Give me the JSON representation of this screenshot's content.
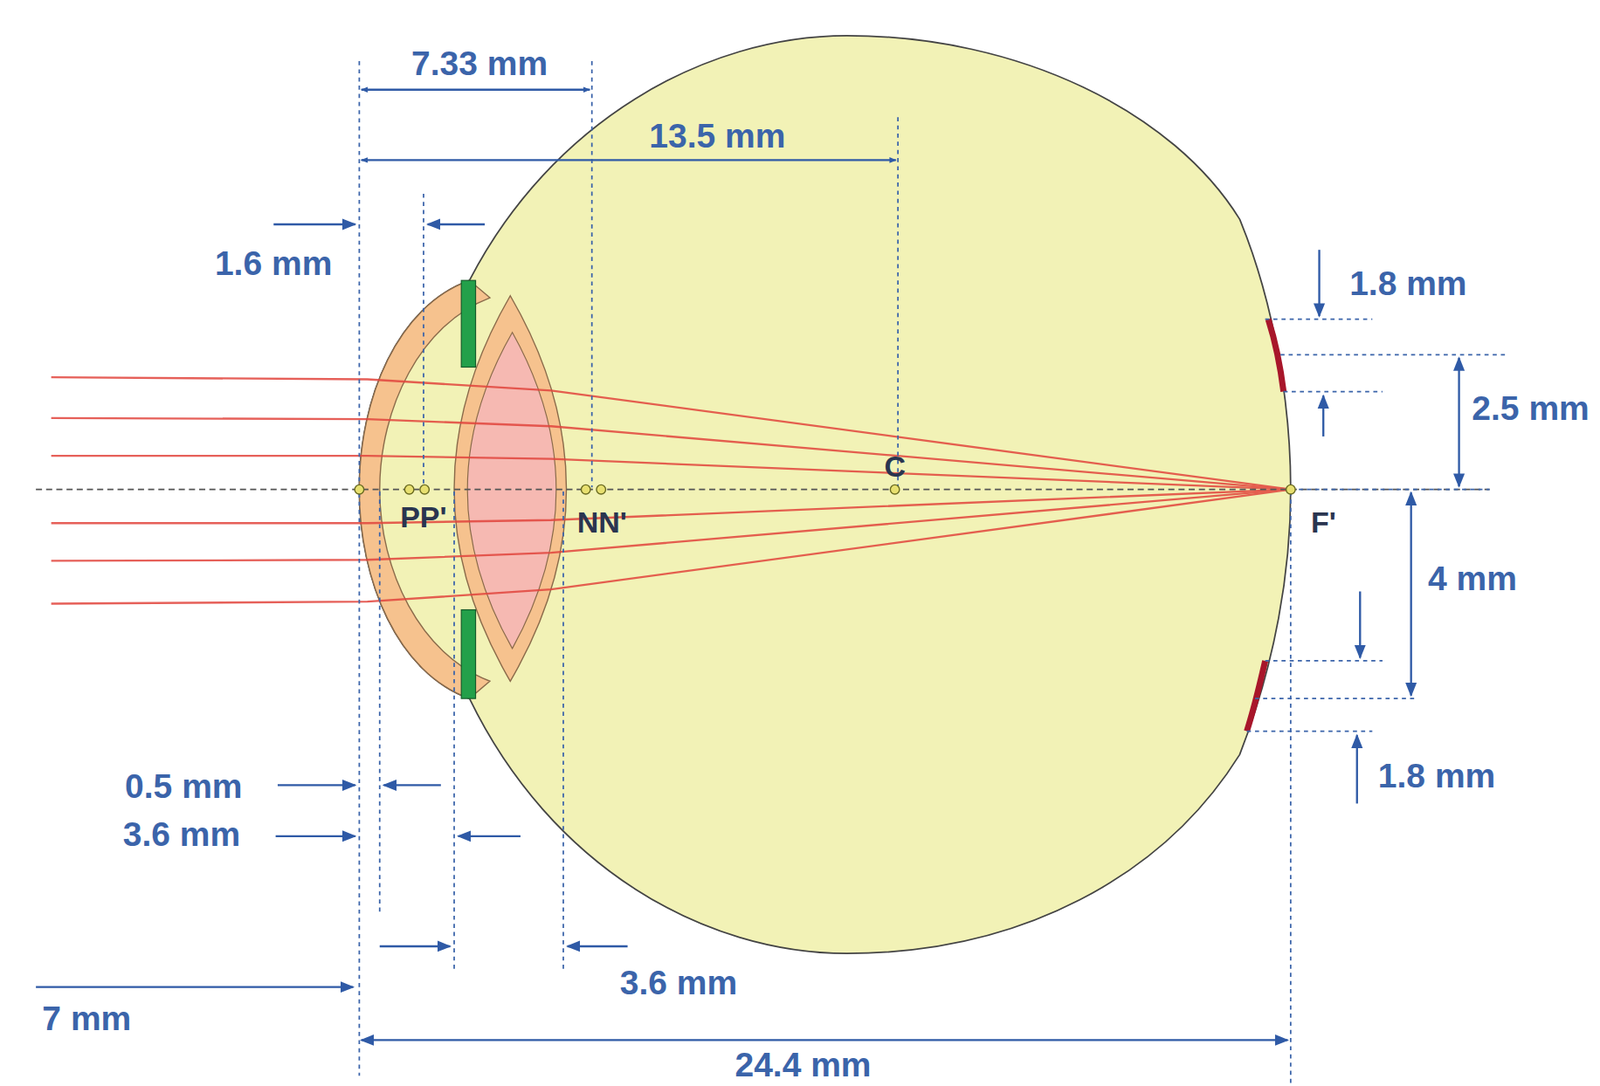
{
  "diagram": {
    "labels": [
      "7.33 mm",
      "13.5 mm",
      "1.6 mm",
      "1.8 mm",
      "2.5 mm",
      "C",
      "PP'",
      "NN'",
      "F'",
      "4 mm",
      "1.8 mm",
      "0.5 mm",
      "3.6 mm",
      "3.6 mm",
      "7 mm",
      "24.4 mm"
    ]
  }
}
